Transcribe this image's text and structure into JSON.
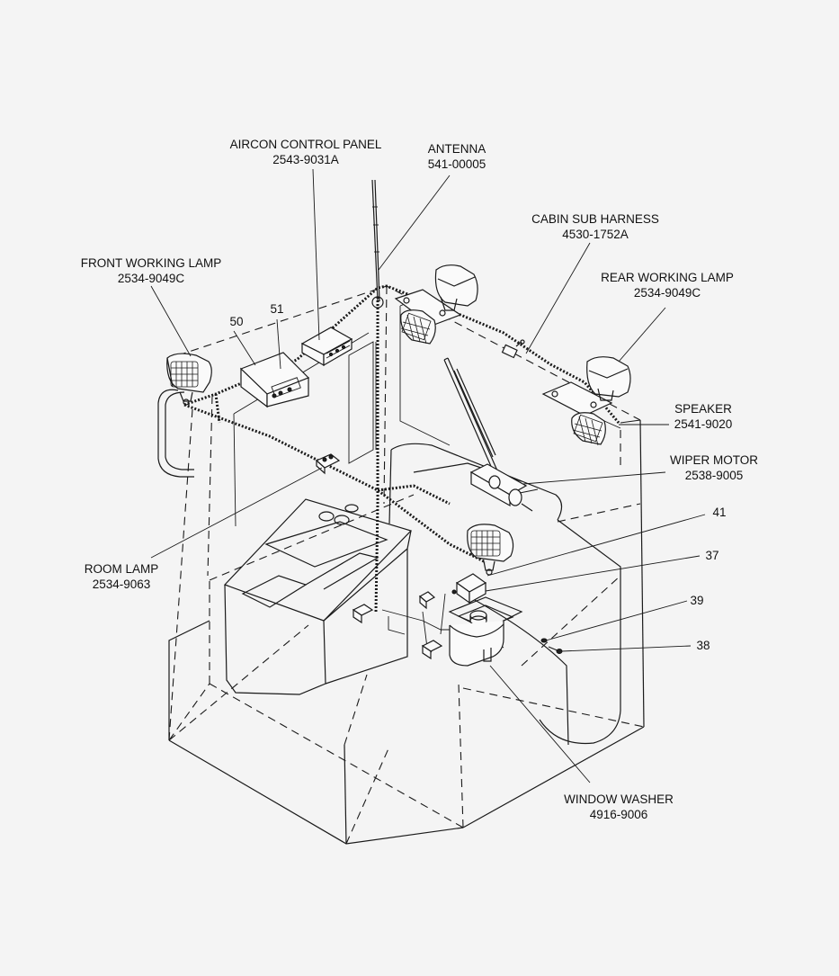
{
  "labels": {
    "aircon": {
      "name": "AIRCON CONTROL PANEL",
      "part": "2543-9031A"
    },
    "antenna": {
      "name": "ANTENNA",
      "part": "541-00005"
    },
    "cabin_harness": {
      "name": "CABIN SUB HARNESS",
      "part": "4530-1752A"
    },
    "front_lamp": {
      "name": "FRONT WORKING LAMP",
      "part": "2534-9049C"
    },
    "rear_lamp": {
      "name": "REAR WORKING LAMP",
      "part": "2534-9049C"
    },
    "speaker": {
      "name": "SPEAKER",
      "part": "2541-9020"
    },
    "wiper_motor": {
      "name": "WIPER MOTOR",
      "part": "2538-9005"
    },
    "room_lamp": {
      "name": "ROOM LAMP",
      "part": "2534-9063"
    },
    "window_washer": {
      "name": "WINDOW WASHER",
      "part": "4916-9006"
    }
  },
  "callouts": {
    "c50": "50",
    "c51": "51",
    "c41": "41",
    "c37": "37",
    "c39": "39",
    "c38": "38"
  }
}
